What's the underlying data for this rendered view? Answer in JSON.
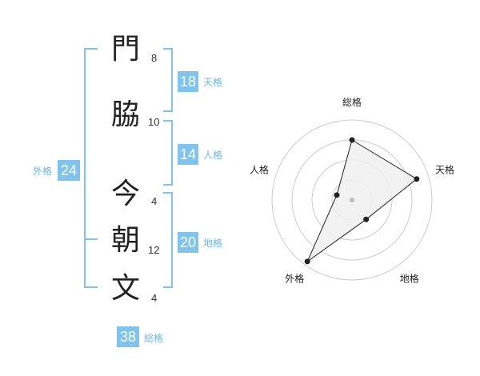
{
  "name_chars": [
    {
      "char": "門",
      "strokes": "8"
    },
    {
      "char": "脇",
      "strokes": "10"
    },
    {
      "char": "今",
      "strokes": "4"
    },
    {
      "char": "朝",
      "strokes": "12"
    },
    {
      "char": "文",
      "strokes": "4"
    }
  ],
  "fortunes": {
    "tenkaku": {
      "value": "18",
      "label": "天格"
    },
    "jinkaku": {
      "value": "14",
      "label": "人格"
    },
    "chikaku": {
      "value": "20",
      "label": "地格"
    },
    "gaikaku": {
      "value": "24",
      "label": "外格"
    },
    "soukaku": {
      "value": "38",
      "label": "総格"
    }
  },
  "colors": {
    "accent": "#7fc4ee",
    "accent_text": "#6cb8e6",
    "radar_fill": "#f0f0f0",
    "radar_grid": "#cccccc",
    "text": "#222222"
  },
  "chart_data": {
    "type": "radar",
    "axes": [
      "総格",
      "天格",
      "地格",
      "外格",
      "人格"
    ],
    "values": [
      0.75,
      0.85,
      0.3,
      0.95,
      0.2
    ],
    "range": [
      0,
      1
    ],
    "rings": 4,
    "grid": true
  }
}
